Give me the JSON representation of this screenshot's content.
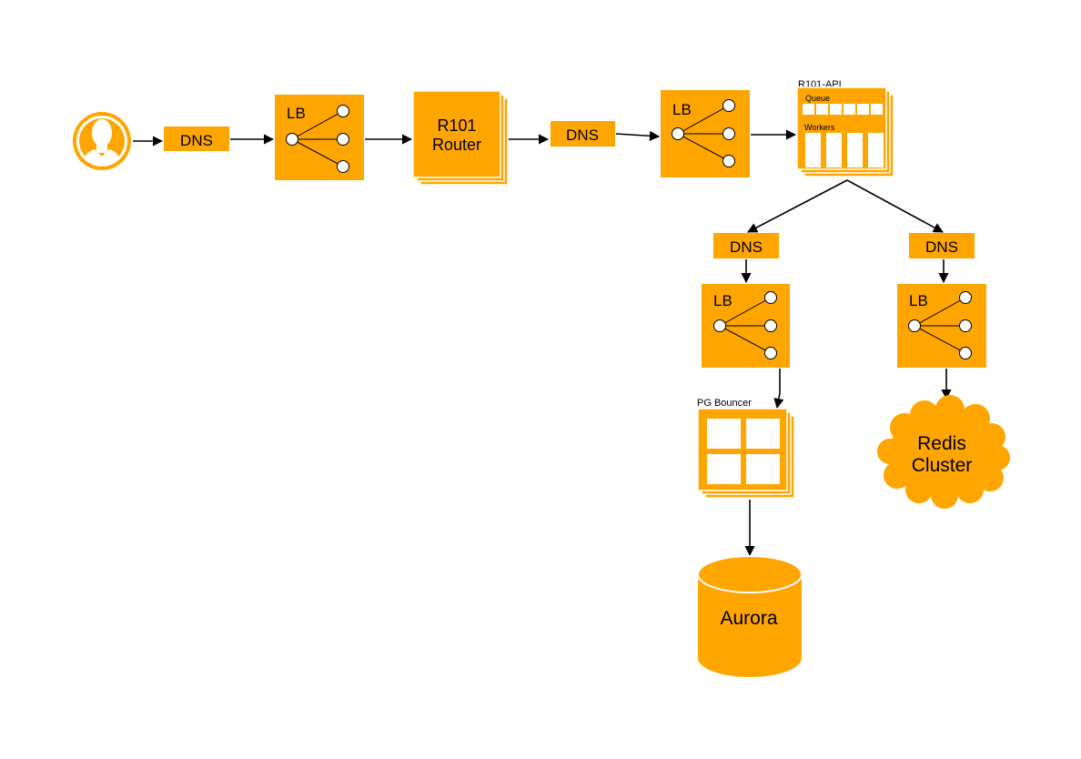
{
  "diagram": {
    "colors": {
      "component": "#FFA500",
      "edge": "#000000",
      "background": "#ffffff"
    },
    "icons": {
      "user": "user-avatar-icon",
      "load_balancer": "load-balancer-icon",
      "database": "database-cylinder-icon",
      "cache": "cloud-icon"
    },
    "nodes": {
      "user": "",
      "dns_1": "DNS",
      "lb_1": "LB",
      "router_line1": "R101",
      "router_line2": "Router",
      "dns_2": "DNS",
      "lb_2": "LB",
      "api_title": "R101-API",
      "api_queue": "Queue",
      "api_workers": "Workers",
      "dns_3": "DNS",
      "dns_4": "DNS",
      "lb_3": "LB",
      "lb_4": "LB",
      "pg_bouncer": "PG Bouncer",
      "aurora": "Aurora",
      "redis_line1": "Redis",
      "redis_line2": "Cluster"
    },
    "edges": [
      [
        "user",
        "dns_1"
      ],
      [
        "dns_1",
        "lb_1"
      ],
      [
        "lb_1",
        "router"
      ],
      [
        "router",
        "dns_2"
      ],
      [
        "dns_2",
        "lb_2"
      ],
      [
        "lb_2",
        "api"
      ],
      [
        "api",
        "dns_3"
      ],
      [
        "api",
        "dns_4"
      ],
      [
        "dns_3",
        "lb_3"
      ],
      [
        "dns_4",
        "lb_4"
      ],
      [
        "lb_3",
        "pg_bouncer"
      ],
      [
        "lb_4",
        "redis"
      ],
      [
        "pg_bouncer",
        "aurora"
      ]
    ]
  }
}
